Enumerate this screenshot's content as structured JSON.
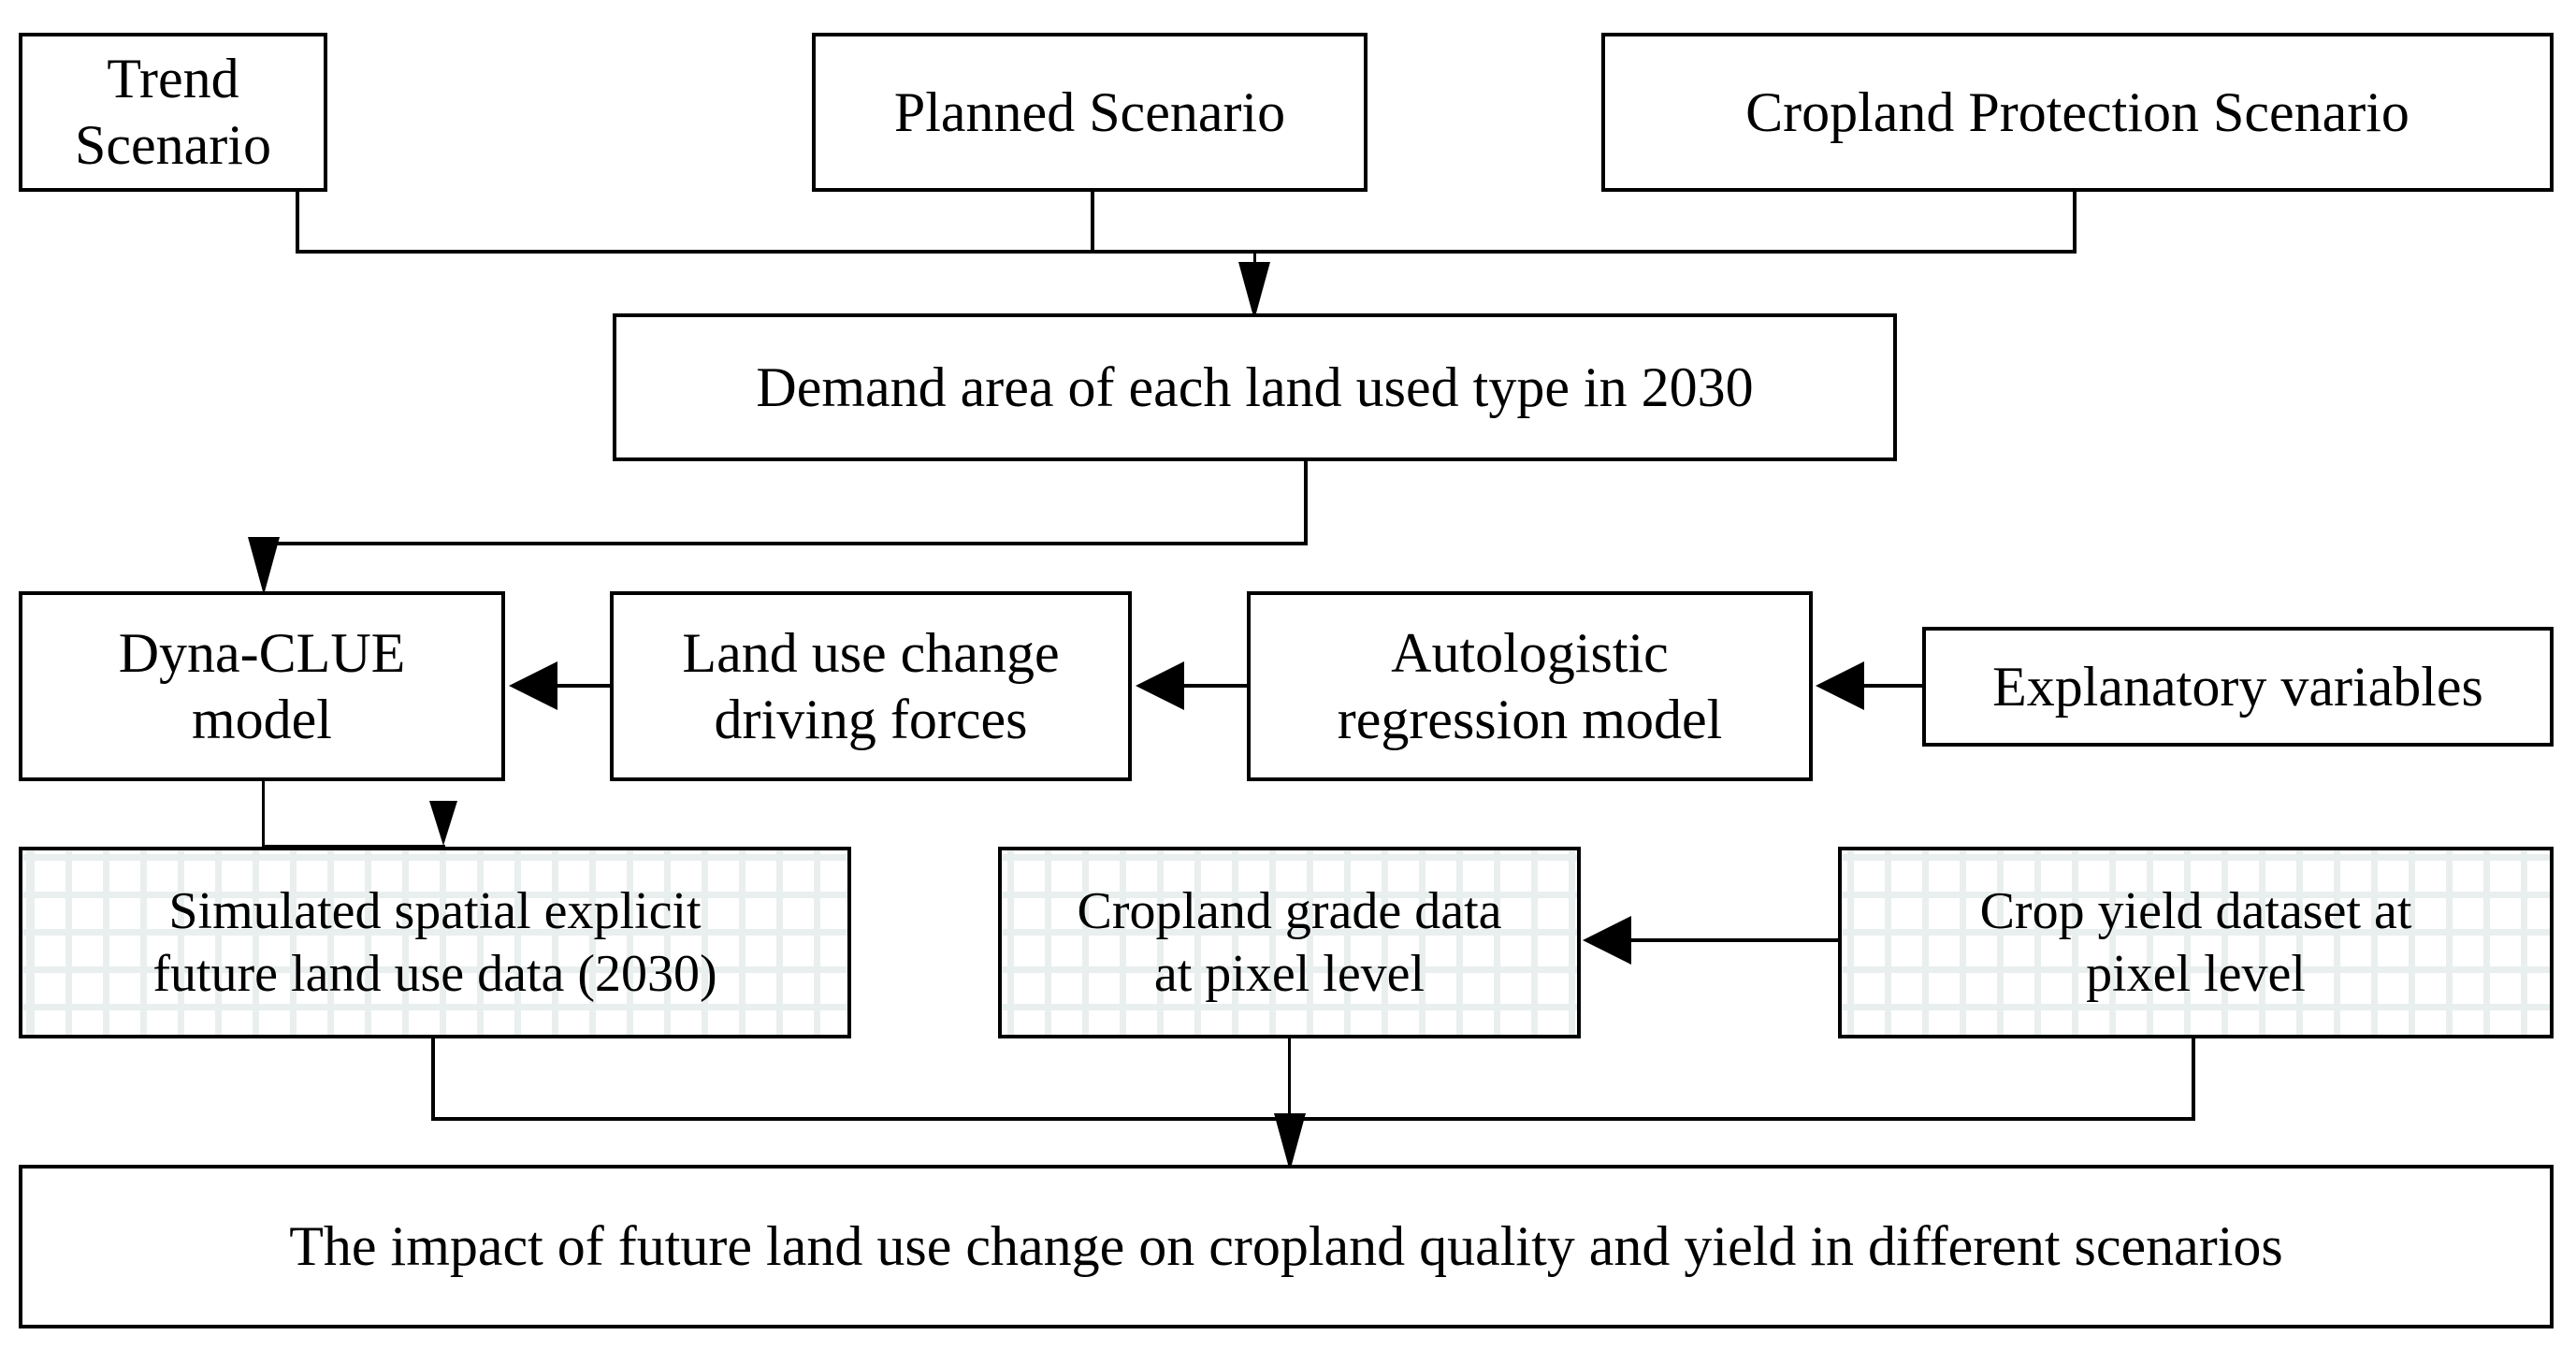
{
  "diagram": {
    "title": "Research framework flowchart",
    "line_color": "#000000",
    "box_fill": "#ffffff",
    "grid_fill_color": "#e9efee",
    "nodes": {
      "trend_scenario": "Trend Scenario",
      "planned_scenario": "Planned Scenario",
      "cropland_protection_scenario": "Cropland Protection Scenario",
      "demand_area": "Demand area of each land used type in 2030",
      "dyna_clue_model": "Dyna-CLUE\nmodel",
      "driving_forces": "Land use change\ndriving forces",
      "autologistic_model": "Autologistic\nregression model",
      "explanatory_variables": "Explanatory variables",
      "simulated_future_land_use": "Simulated spatial explicit\nfuture land use data (2030)",
      "cropland_grade_data": "Cropland grade data\nat pixel level",
      "crop_yield_dataset": "Crop yield dataset at\npixel level",
      "impact_conclusion": "The impact of future land use change on cropland quality and yield in different scenarios"
    },
    "edges": [
      {
        "id": "scenarios-to-demand",
        "from": "trend_scenario, planned_scenario, cropland_protection_scenario",
        "to": "demand_area",
        "style": "merge-down-arrow"
      },
      {
        "id": "demand-to-dynaclue",
        "from": "demand_area",
        "to": "dyna_clue_model",
        "style": "elbow-down-arrow"
      },
      {
        "id": "driving-to-dynaclue",
        "from": "driving_forces",
        "to": "dyna_clue_model",
        "style": "arrow-left"
      },
      {
        "id": "autologistic-to-driving",
        "from": "autologistic_model",
        "to": "driving_forces",
        "style": "arrow-left"
      },
      {
        "id": "explanatory-to-autologistic",
        "from": "explanatory_variables",
        "to": "autologistic_model",
        "style": "arrow-left"
      },
      {
        "id": "dynaclue-to-simulated",
        "from": "dyna_clue_model",
        "to": "simulated_future_land_use",
        "style": "elbow-down-arrow"
      },
      {
        "id": "cropyield-to-croplandgrade",
        "from": "crop_yield_dataset",
        "to": "cropland_grade_data",
        "style": "arrow-left"
      },
      {
        "id": "datasets-to-impact",
        "from": "simulated_future_land_use, cropland_grade_data, crop_yield_dataset",
        "to": "impact_conclusion",
        "style": "merge-down-arrow"
      }
    ]
  }
}
